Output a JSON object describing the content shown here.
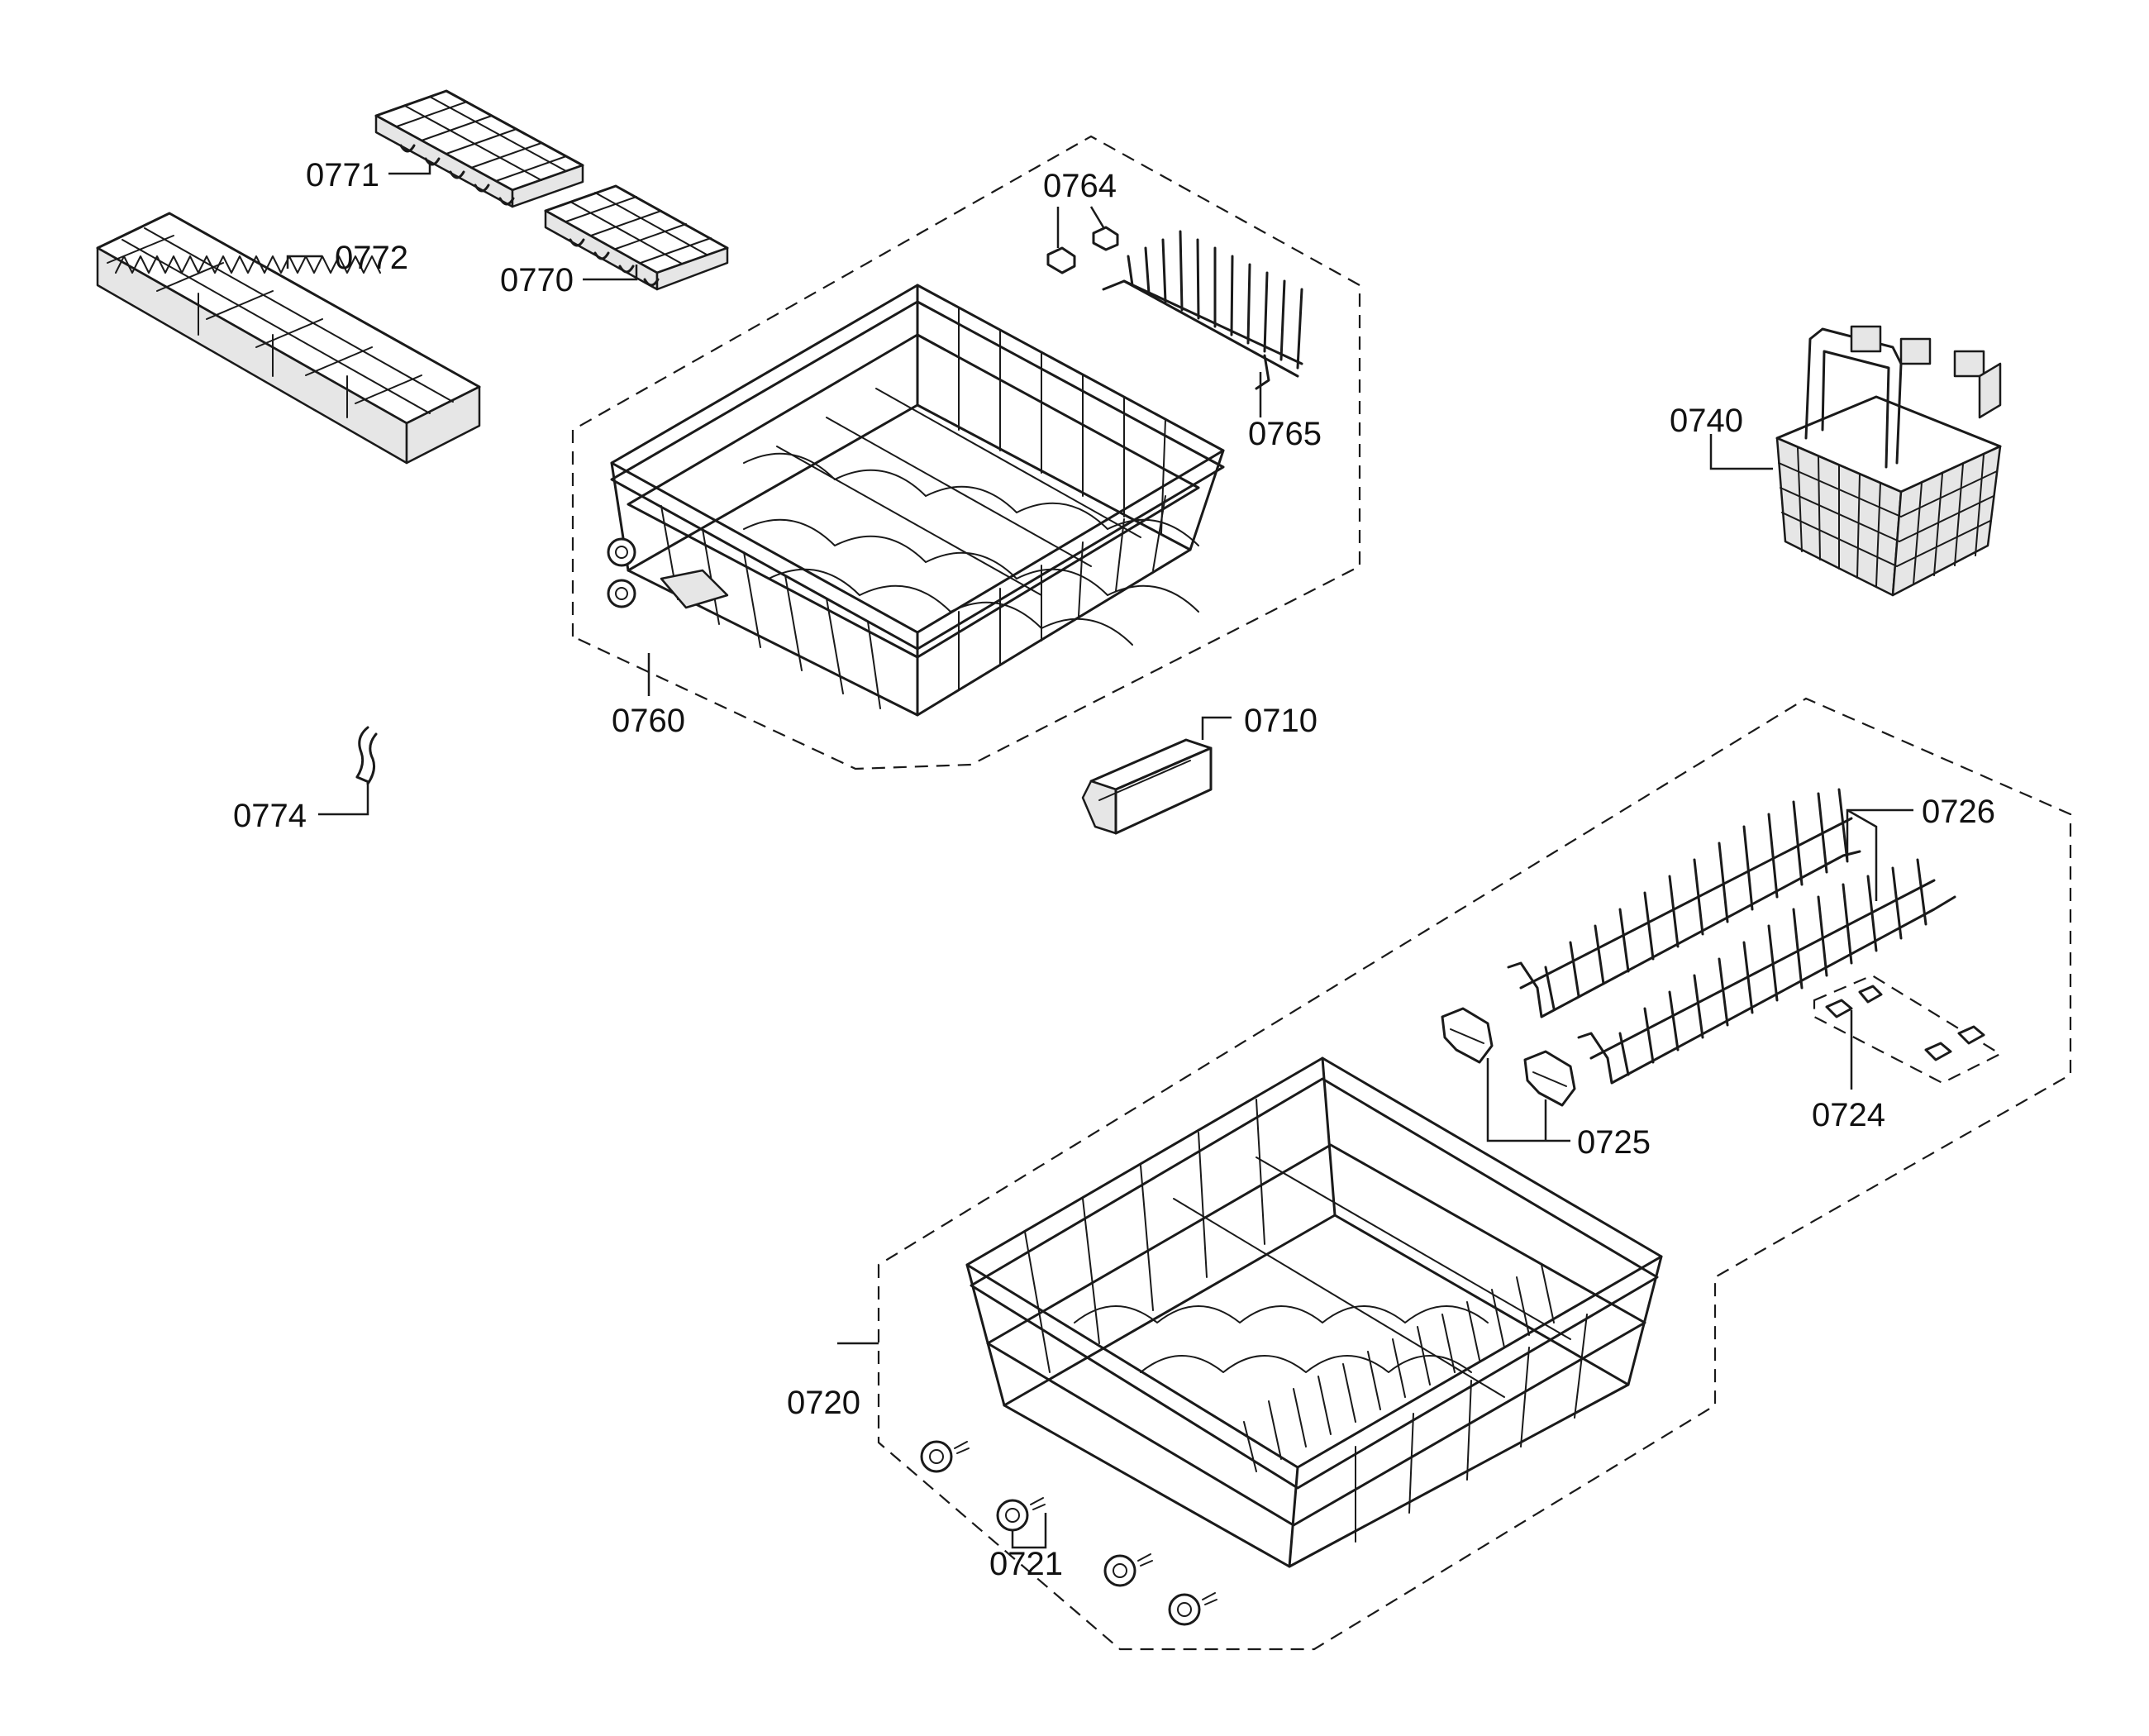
{
  "parts": [
    {
      "id": "0771",
      "name": "cup-shelf-small"
    },
    {
      "id": "0772",
      "name": "cutlery-tray"
    },
    {
      "id": "0770",
      "name": "cup-shelf-small-2"
    },
    {
      "id": "0764",
      "name": "rack-clip"
    },
    {
      "id": "0765",
      "name": "fold-down-tine-row"
    },
    {
      "id": "0740",
      "name": "cutlery-basket"
    },
    {
      "id": "0760",
      "name": "upper-rack"
    },
    {
      "id": "0710",
      "name": "small-items-holder"
    },
    {
      "id": "0774",
      "name": "hook-clip"
    },
    {
      "id": "0726",
      "name": "fold-down-tine-rows"
    },
    {
      "id": "0725",
      "name": "tine-hinge-clips"
    },
    {
      "id": "0724",
      "name": "clip-set"
    },
    {
      "id": "0720",
      "name": "lower-rack"
    },
    {
      "id": "0721",
      "name": "rack-wheels"
    }
  ]
}
